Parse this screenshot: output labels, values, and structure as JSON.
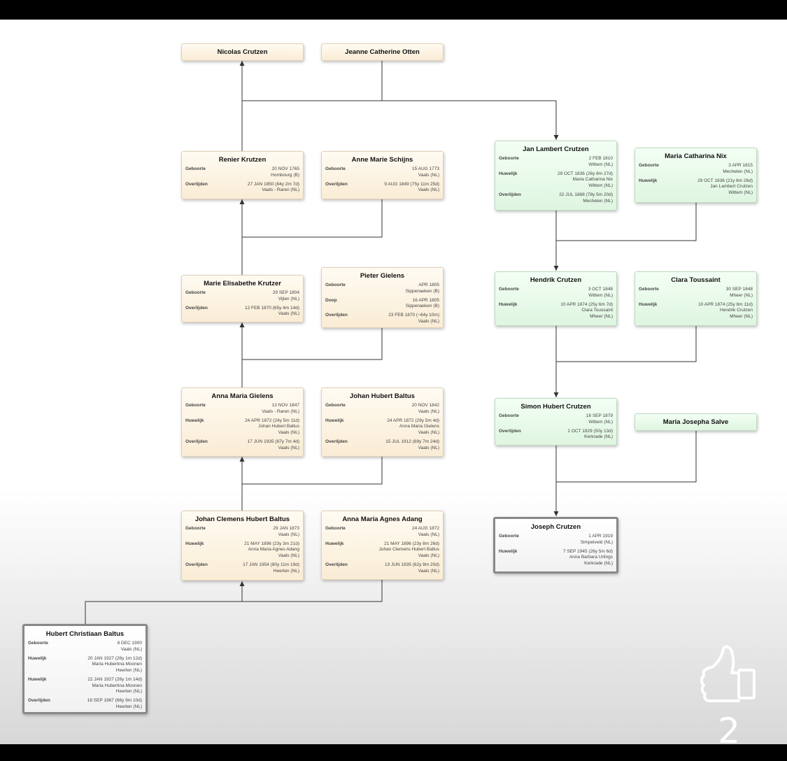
{
  "colors": {
    "cream": "#faecd5",
    "green": "#dff5e1",
    "line": "#333333"
  },
  "people": {
    "nicolas": {
      "name": "Nicolas Crutzen",
      "events": []
    },
    "jeanne": {
      "name": "Jeanne Catherine Otten",
      "events": []
    },
    "renier": {
      "name": "Renier Krutzen",
      "events": [
        {
          "label": "Geboorte",
          "lines": [
            "20 NOV 1765",
            "Hombourg (B)"
          ]
        },
        {
          "label": "Overlijden",
          "lines": [
            "27 JAN 1850 (84y 2m 7d)",
            "Vaals - Raren (NL)"
          ]
        }
      ]
    },
    "anne_marie": {
      "name": "Anne Marie Schijns",
      "events": [
        {
          "label": "Geboorte",
          "lines": [
            "15 AUG 1773",
            "Vaals (NL)"
          ]
        },
        {
          "label": "Overlijden",
          "lines": [
            "9 AUG 1849 (75y 11m 25d)",
            "Vaals (NL)"
          ]
        }
      ]
    },
    "jan_lambert": {
      "name": "Jan Lambert Crutzen",
      "events": [
        {
          "label": "Geboorte",
          "lines": [
            "2 FEB 1810",
            "Wittem (NL)"
          ]
        },
        {
          "label": "Huwelijk",
          "lines": [
            "29 OCT 1836 (26y 8m 27d)",
            "Maria Catharina Nix",
            "Wittem (NL)"
          ]
        },
        {
          "label": "Overlijden",
          "lines": [
            "22 JUL 1888 (78y 5m 20d)",
            "Mechelen (NL)"
          ]
        }
      ]
    },
    "maria_catharina": {
      "name": "Maria Catharina Nix",
      "events": [
        {
          "label": "Geboorte",
          "lines": [
            "3 APR 1815",
            "Mechelen (NL)"
          ]
        },
        {
          "label": "Huwelijk",
          "lines": [
            "29 OCT 1836 (21y 6m 26d)",
            "Jan Lambert Crutzen",
            "Wittem (NL)"
          ]
        }
      ]
    },
    "marie_elisabethe": {
      "name": "Marie Elisabethe Krutzer",
      "events": [
        {
          "label": "Geboorte",
          "lines": [
            "29 SEP 1804",
            "Vijlen (NL)"
          ]
        },
        {
          "label": "Overlijden",
          "lines": [
            "12 FEB 1870 (65y 4m 14d)",
            "Vaals (NL)"
          ]
        }
      ]
    },
    "pieter": {
      "name": "Pieter Gielens",
      "events": [
        {
          "label": "Geboorte",
          "lines": [
            "APR 1805",
            "Sippenaeken (B)"
          ]
        },
        {
          "label": "Doop",
          "lines": [
            "16 APR 1805",
            "Sippenaeken (B)"
          ]
        },
        {
          "label": "Overlijden",
          "lines": [
            "23 FEB 1870 (~64y 10m)",
            "Vaals (NL)"
          ]
        }
      ]
    },
    "hendrik": {
      "name": "Hendrik Crutzen",
      "events": [
        {
          "label": "Geboorte",
          "lines": [
            "3 OCT 1848",
            "Wittem (NL)"
          ]
        },
        {
          "label": "Huwelijk",
          "lines": [
            "10 APR 1874 (25y 6m 7d)",
            "Clara Toussaint",
            "Mheer (NL)"
          ]
        }
      ]
    },
    "clara": {
      "name": "Clara Toussaint",
      "events": [
        {
          "label": "Geboorte",
          "lines": [
            "30 SEP 1848",
            "Mheer (NL)"
          ]
        },
        {
          "label": "Huwelijk",
          "lines": [
            "10 APR 1874 (25y 6m 11d)",
            "Hendrik Crutzen",
            "Mheer (NL)"
          ]
        }
      ]
    },
    "anna_maria": {
      "name": "Anna Maria Gielens",
      "events": [
        {
          "label": "Geboorte",
          "lines": [
            "13 NOV 1847",
            "Vaals - Raren (NL)"
          ]
        },
        {
          "label": "Huwelijk",
          "lines": [
            "24 APR 1872 (24y 5m 11d)",
            "Johan Hubert Baltus",
            "Vaals (NL)"
          ]
        },
        {
          "label": "Overlijden",
          "lines": [
            "17 JUN 1935 (87y 7m 4d)",
            "Vaals (NL)"
          ]
        }
      ]
    },
    "johan_hubert": {
      "name": "Johan Hubert Baltus",
      "events": [
        {
          "label": "Geboorte",
          "lines": [
            "20 NOV 1842",
            "Vaals (NL)"
          ]
        },
        {
          "label": "Huwelijk",
          "lines": [
            "24 APR 1872 (29y 5m 4d)",
            "Anna Maria Gielens",
            "Vaals (NL)"
          ]
        },
        {
          "label": "Overlijden",
          "lines": [
            "15 JUL 1912 (69y 7m 24d)",
            "Vaals (NL)"
          ]
        }
      ]
    },
    "simon": {
      "name": "Simon Hubert Crutzen",
      "events": [
        {
          "label": "Geboorte",
          "lines": [
            "18 SEP 1879",
            "Wittem (NL)"
          ]
        },
        {
          "label": "Overlijden",
          "lines": [
            "1 OCT 1929 (50y 13d)",
            "Kerkrade (NL)"
          ]
        }
      ]
    },
    "maria_josepha": {
      "name": "Maria Josepha Salve",
      "events": []
    },
    "johan_clemens": {
      "name": "Johan Clemens Hubert Baltus",
      "events": [
        {
          "label": "Geboorte",
          "lines": [
            "29 JAN 1873",
            "Vaals (NL)"
          ]
        },
        {
          "label": "Huwelijk",
          "lines": [
            "21 MAY 1896 (23y 3m 21d)",
            "Anna Maria Agnes Adang",
            "Vaals (NL)"
          ]
        },
        {
          "label": "Overlijden",
          "lines": [
            "17 JAN 1954 (80y 11m 19d)",
            "Heerlen (NL)"
          ]
        }
      ]
    },
    "anna_maria_agnes": {
      "name": "Anna Maria Agnes Adang",
      "events": [
        {
          "label": "Geboorte",
          "lines": [
            "24 AUG 1872",
            "Vaals (NL)"
          ]
        },
        {
          "label": "Huwelijk",
          "lines": [
            "21 MAY 1896 (23y 8m 26d)",
            "Johan Clemens Hubert Baltus",
            "Vaals (NL)"
          ]
        },
        {
          "label": "Overlijden",
          "lines": [
            "13 JUN 1935 (62y 9m 20d)",
            "Vaals (NL)"
          ]
        }
      ]
    },
    "joseph": {
      "name": "Joseph Crutzen",
      "events": [
        {
          "label": "Geboorte",
          "lines": [
            "1 APR 1919",
            "Simpelveld (NL)"
          ]
        },
        {
          "label": "Huwelijk",
          "lines": [
            "7 SEP 1945 (26y 5m 6d)",
            "Anna Barbara Urlings",
            "Kerkrade (NL)"
          ]
        }
      ]
    },
    "hubert": {
      "name": "Hubert Christiaan Baltus",
      "events": [
        {
          "label": "Geboorte",
          "lines": [
            "8 DEC 1900",
            "Vaals (NL)"
          ]
        },
        {
          "label": "Huwelijk",
          "lines": [
            "20 JAN 1927 (26y 1m 12d)",
            "Maria Hubertina Moonen",
            "Heerlen (NL)"
          ]
        },
        {
          "label": "Huwelijk",
          "lines": [
            "22 JAN 1927 (26y 1m 14d)",
            "Maria Hubertina Moonen",
            "Heerlen (NL)"
          ]
        },
        {
          "label": "Overlijden",
          "lines": [
            "18 SEP 1967 (66y 9m 10d)",
            "Heerlen (NL)"
          ]
        }
      ]
    }
  },
  "like": {
    "icon": "thumbs-up-icon",
    "count": "2"
  }
}
